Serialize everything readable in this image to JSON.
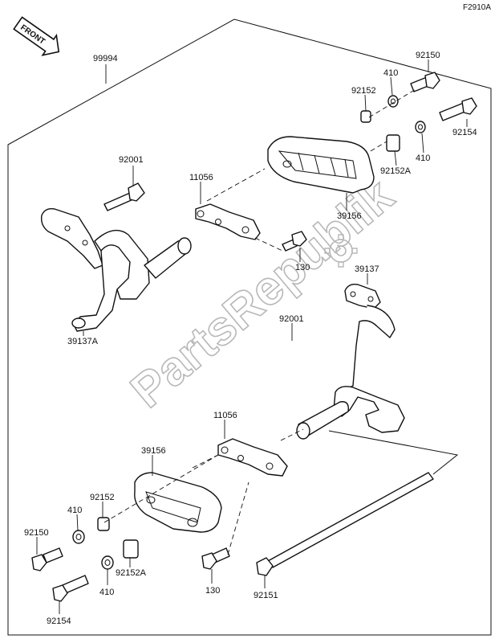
{
  "diagram": {
    "code": "F2910A",
    "front_label": "FRONT",
    "watermark": "PartsRepublik",
    "labels": {
      "p99994": "99994",
      "p92150_top": "92150",
      "p410_top1": "410",
      "p92152_top": "92152",
      "p92154_top": "92154",
      "p410_top2": "410",
      "p92152a_top": "92152A",
      "p92001_top": "92001",
      "p11056_top": "11056",
      "p39156_top": "39156",
      "p130_top": "130",
      "p39137a": "39137A",
      "p39137": "39137",
      "p92001_mid": "92001",
      "p11056_bot": "11056",
      "p39156_bot": "39156",
      "p92152_bot": "92152",
      "p410_bot1": "410",
      "p92150_bot": "92150",
      "p92152a_bot": "92152A",
      "p410_bot2": "410",
      "p130_bot": "130",
      "p92151": "92151",
      "p92154_bot": "92154"
    }
  }
}
